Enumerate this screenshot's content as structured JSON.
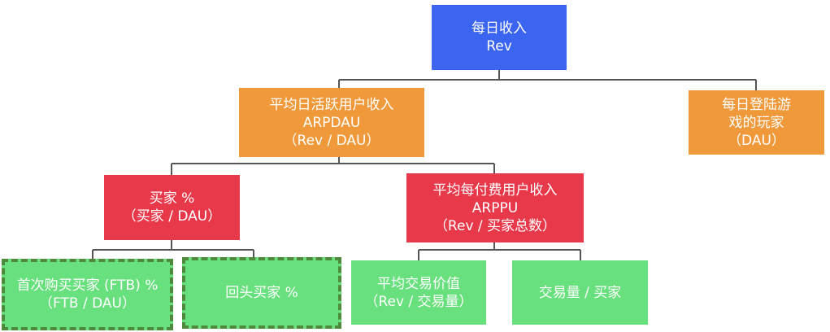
{
  "diagram": {
    "colors": {
      "root": "#3b64f1",
      "level2": "#f0993a",
      "level3": "#e8394b",
      "leaf": "#68e07d",
      "dashed_border": "#4e8a3b",
      "connector": "#555555"
    },
    "nodes": {
      "revenue": {
        "line1": "每日收入",
        "line2": "Rev"
      },
      "arpdau": {
        "line1": "平均日活跃用户收入",
        "line2": "ARPDAU",
        "line3": "（Rev / DAU）"
      },
      "dau": {
        "line1": "每日登陆游",
        "line2": "戏的玩家",
        "line3": "（DAU）"
      },
      "payer_pct": {
        "line1": "买家 %",
        "line2": "（买家 / DAU）"
      },
      "arppu": {
        "line1": "平均每付费用户收入",
        "line2": "ARPPU",
        "line3": "（Rev / 买家总数）"
      },
      "ftb": {
        "line1": "首次购买买家 (FTB) %",
        "line2": "（FTB / DAU）"
      },
      "repeat_buyer": {
        "line1": "回头买家 %"
      },
      "avg_transaction": {
        "line1": "平均交易价值",
        "line2": "（Rev / 交易量）"
      },
      "transactions_per_buyer": {
        "line1": "交易量 / 买家"
      }
    }
  }
}
